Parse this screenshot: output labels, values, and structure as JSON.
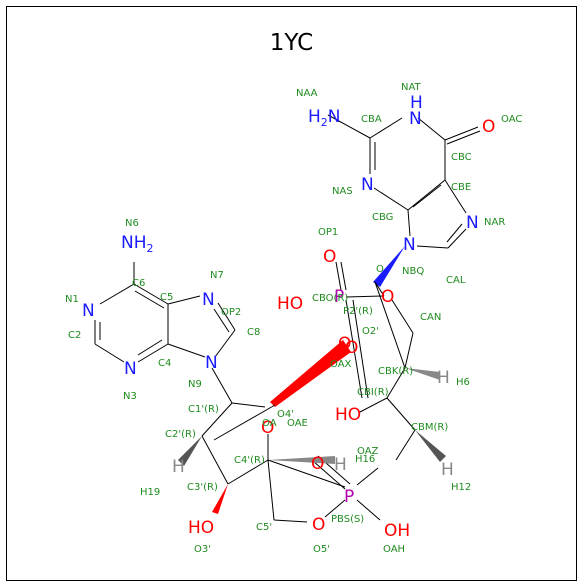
{
  "title": "1YC",
  "colors": {
    "bond": "#000000",
    "label": "#1f8c1f",
    "nitrogen": "#1a1aff",
    "oxygen": "#ff0000",
    "phosphorus": "#b000b0",
    "hydrogen": "#888888"
  },
  "atoms": {
    "NAA": {
      "name": "NAA",
      "symbol": "H2N",
      "sym_main": "H",
      "sym_sub": "2",
      "sym_tail": "N",
      "elem": "N"
    },
    "NAT": {
      "name": "NAT",
      "symbol": "H",
      "sym_second": "N",
      "elem": "N"
    },
    "OAC": {
      "name": "OAC",
      "symbol": "O",
      "elem": "O"
    },
    "CBA": {
      "name": "CBA"
    },
    "CBC": {
      "name": "CBC"
    },
    "NAS": {
      "name": "NAS",
      "symbol": "N",
      "elem": "N"
    },
    "CBE": {
      "name": "CBE"
    },
    "CBG": {
      "name": "CBG"
    },
    "NAR": {
      "name": "NAR",
      "symbol": "N",
      "elem": "N"
    },
    "CAL": {
      "name": "CAL"
    },
    "NBQ": {
      "name": "NBQ",
      "symbol": "N",
      "elem": "N"
    },
    "OP1": {
      "name": "OP1",
      "symbol": "O",
      "elem": "O"
    },
    "OP2": {
      "name": "OP2",
      "symbol": "HO",
      "elem": "O"
    },
    "P2R": {
      "name": "P2'(R)",
      "symbol": "P",
      "elem": "P"
    },
    "CBO": {
      "name": "CBO(R)"
    },
    "O2p": {
      "name": "O2'",
      "symbol": "O",
      "elem": "O"
    },
    "CAN": {
      "name": "CAN"
    },
    "OAX": {
      "name": "OAX",
      "symbol": "O",
      "elem": "O"
    },
    "CBK": {
      "name": "CBK(R)"
    },
    "H6": {
      "name": "H6",
      "symbol": "H",
      "elem": "H"
    },
    "CBI": {
      "name": "CBI(R)"
    },
    "OBI": {
      "symbol": "HO",
      "elem": "O"
    },
    "CBM": {
      "name": "CBM(R)"
    },
    "OAZ": {
      "name": "OAZ",
      "symbol": "O",
      "elem": "O"
    },
    "H12": {
      "name": "H12",
      "symbol": "H",
      "elem": "H"
    },
    "N6": {
      "name": "N6",
      "symbol": "NH2",
      "sym_main": "NH",
      "sym_sub": "2",
      "elem": "N"
    },
    "C6": {
      "name": "C6"
    },
    "N7": {
      "name": "N7",
      "symbol": "N",
      "elem": "N"
    },
    "N1": {
      "name": "N1",
      "symbol": "N",
      "elem": "N"
    },
    "C5": {
      "name": "C5"
    },
    "C8": {
      "name": "C8"
    },
    "C2": {
      "name": "C2"
    },
    "N3": {
      "name": "N3",
      "symbol": "N",
      "elem": "N"
    },
    "C4": {
      "name": "C4"
    },
    "N9": {
      "name": "N9",
      "symbol": "N",
      "elem": "N"
    },
    "C1R": {
      "name": "C1'(R)"
    },
    "O4p": {
      "name": "O4'",
      "symbol": "O",
      "elem": "O"
    },
    "OAE": {
      "name": "OAE",
      "prefix": "OA"
    },
    "C2R": {
      "name": "C2'(R)"
    },
    "C4R": {
      "name": "C4'(R)"
    },
    "H16": {
      "name": "H16",
      "symbol": "H",
      "elem": "H"
    },
    "H19": {
      "name": "H19",
      "symbol": "H",
      "elem": "H"
    },
    "C3R": {
      "name": "C3'(R)"
    },
    "O3p": {
      "name": "O3'",
      "symbol": "HO",
      "elem": "O"
    },
    "C5p": {
      "name": "C5'"
    },
    "O5p": {
      "name": "O5'",
      "symbol": "O",
      "elem": "O"
    },
    "PBS": {
      "name": "PBS(S)",
      "symbol": "P",
      "elem": "P"
    },
    "OAH": {
      "name": "OAH",
      "symbol": "OH",
      "elem": "O"
    },
    "OPS": {
      "symbol": "O",
      "elem": "O"
    }
  }
}
